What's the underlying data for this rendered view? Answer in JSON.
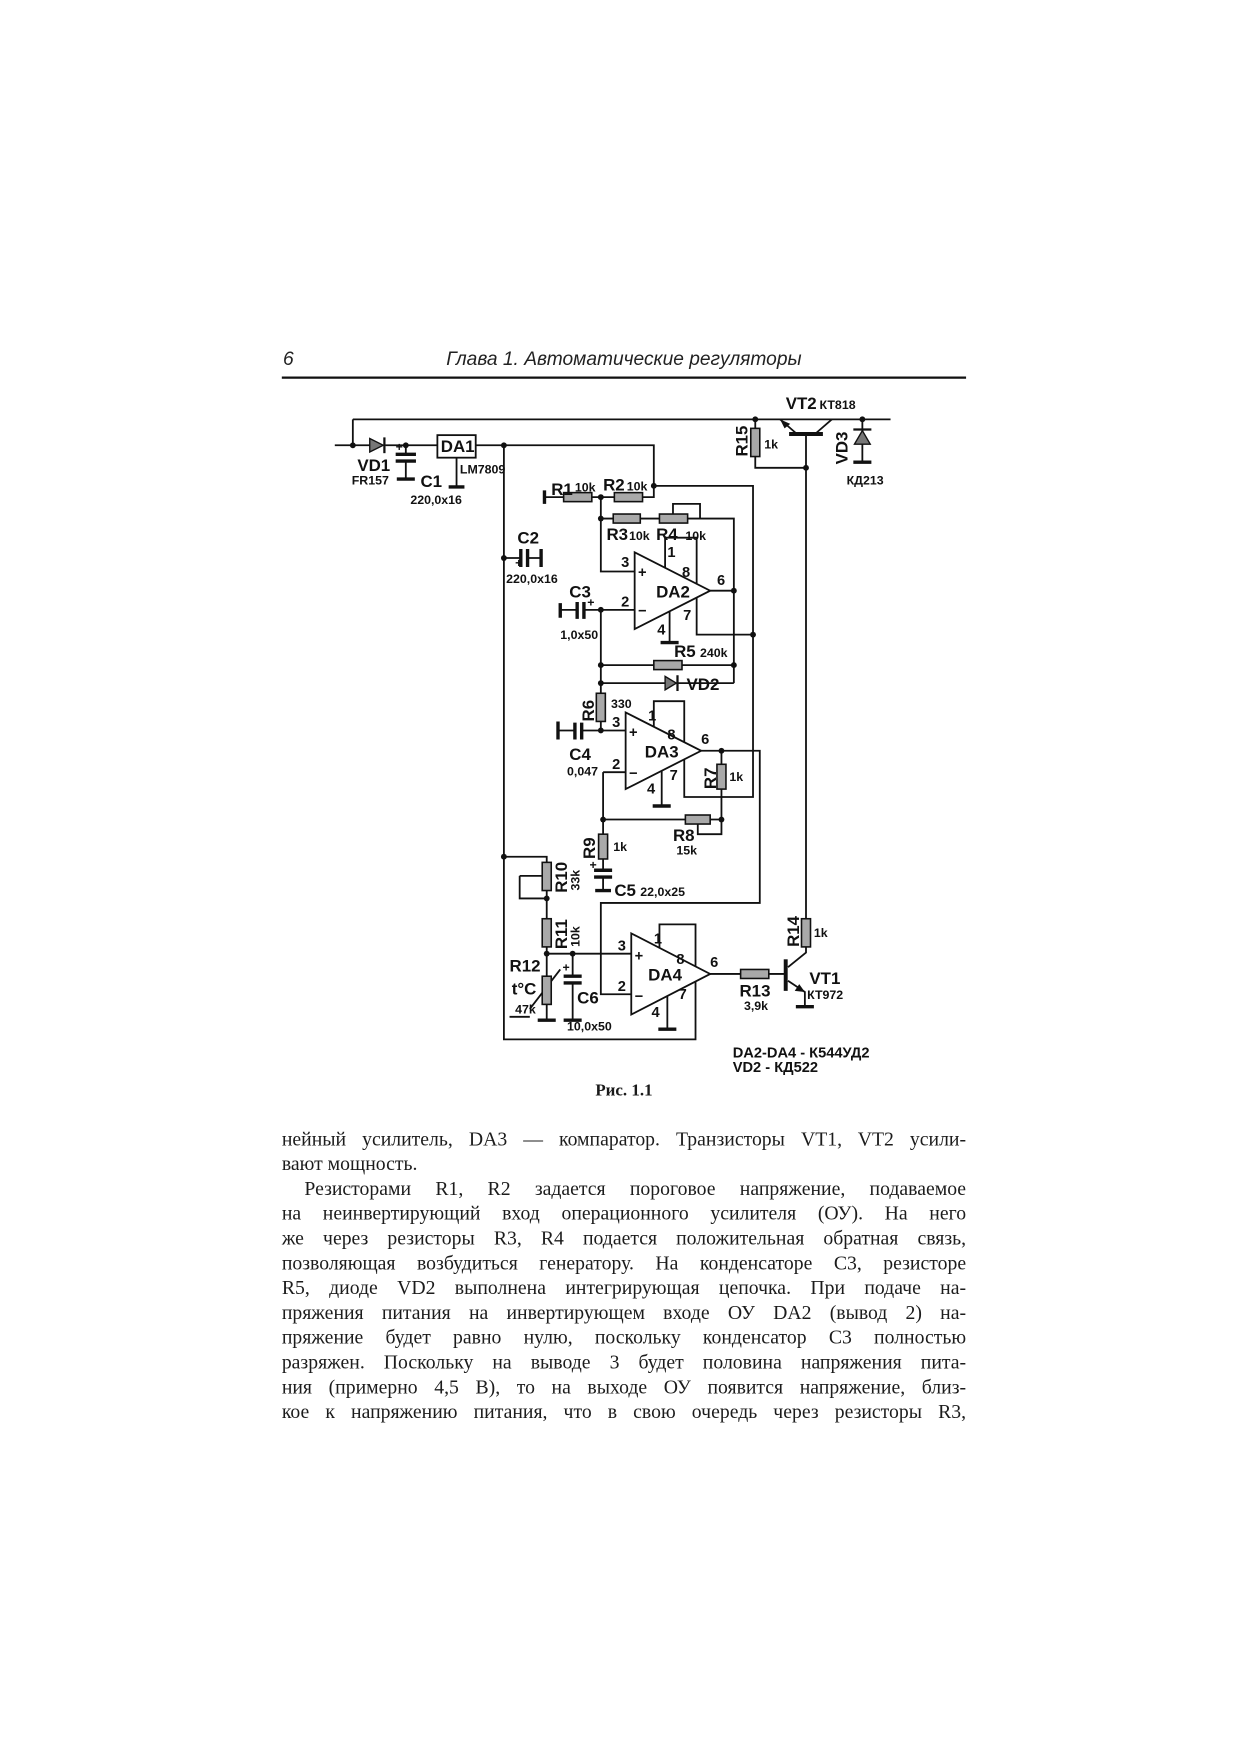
{
  "header": {
    "page_number": "6",
    "title": "Глава 1. Автоматические регуляторы"
  },
  "figure": {
    "labels": {
      "vt2": "VT2",
      "vt2_type": "КТ818",
      "r15": "R15",
      "r15_val": "1k",
      "vd3": "VD3",
      "vd3_type": "КД213",
      "vd1": "VD1",
      "vd1_type": "FR157",
      "c1": "C1",
      "c1_val": "220,0x16",
      "da1": "DA1",
      "da1_type": "LM7809",
      "r1": "R1",
      "r1_val": "10k",
      "r2": "R2",
      "r2_val": "10k",
      "r3": "R3",
      "r3_val": "10k",
      "r4": "R4",
      "r4_val": "10k",
      "c2": "C2",
      "c2_val": "220,0x16",
      "c3": "C3",
      "c3_val": "1,0x50",
      "da2": "DA2",
      "r5": "R5",
      "r5_val": "240k",
      "vd2": "VD2",
      "r6": "R6",
      "r6_val": "330",
      "c4": "C4",
      "c4_val": "0,047",
      "da3": "DA3",
      "r7": "R7",
      "r7_val": "1k",
      "r8": "R8",
      "r8_val": "15k",
      "r9": "R9",
      "r9_val": "1k",
      "c5": "C5",
      "c5_val": "22,0x25",
      "r10": "R10",
      "r10_val": "33k",
      "r11": "R11",
      "r11_val": "10k",
      "r12": "R12",
      "r12_temp": "t°C",
      "r12_val": "47k",
      "c6": "C6",
      "c6_val": "10,0x50",
      "da4": "DA4",
      "r13": "R13",
      "r13_val": "3,9k",
      "r14": "R14",
      "r14_val": "1k",
      "vt1": "VT1",
      "vt1_type": "КТ972",
      "plus": "+",
      "minus": "−",
      "p1": "1",
      "p2": "2",
      "p3": "3",
      "p4": "4",
      "p6": "6",
      "p7": "7",
      "p8": "8"
    },
    "notes": [
      "DA2-DA4 - К544УД2",
      "VD2 - КД522"
    ],
    "caption": "Рис.  1.1"
  },
  "body": {
    "lines": [
      "нейный усилитель, DA3 — компаратор. Транзисторы VT1, VT2 усили-",
      "вают мощность.",
      "Резисторами R1, R2 задается пороговое напряжение, подаваемое",
      "на неинвертирующий вход операционного усилителя (ОУ). На него",
      "же через резисторы R3, R4 подается положительная обратная связь,",
      "позволяющая возбудиться генератору. На конденсаторе C3, резисторе",
      "R5, диоде VD2 выполнена интегрирующая цепочка. При подаче на-",
      "пряжения питания на инвертирующем входе ОУ DA2 (вывод 2) на-",
      "пряжение будет равно нулю, поскольку конденсатор C3 полностью",
      "разряжен. Поскольку на выводе 3 будет половина напряжения пита-",
      "ния (примерно 4,5 В), то на выходе ОУ появится напряжение, близ-",
      "кое к напряжению питания, что в свою очередь через резисторы R3,"
    ]
  }
}
